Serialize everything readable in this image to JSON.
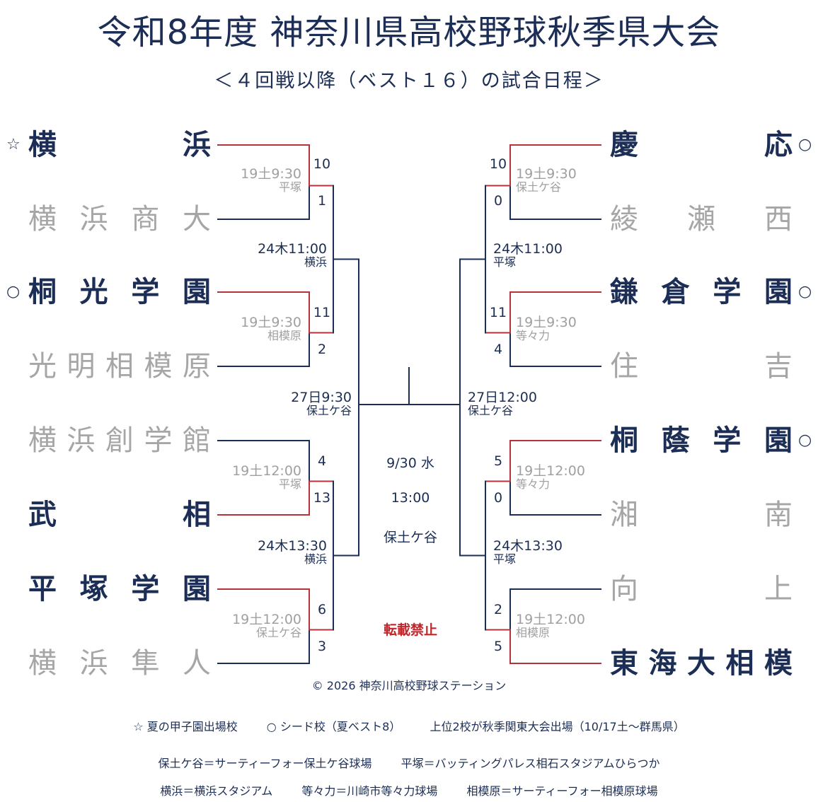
{
  "title": "令和8年度 神奈川県高校野球秋季県大会",
  "subtitle": "＜４回戦以降（ベスト１６）の試合日程＞",
  "colors": {
    "navy": "#1c2e55",
    "red": "#b8323a",
    "grey": "#a6a6a6"
  },
  "left_teams": [
    {
      "mark": "☆",
      "name": [
        "横",
        "浜"
      ],
      "status": "win"
    },
    {
      "mark": "",
      "name": [
        "横",
        "浜",
        "商",
        "大"
      ],
      "status": "lose"
    },
    {
      "mark": "○",
      "name": [
        "桐",
        "光",
        "学",
        "園"
      ],
      "status": "win"
    },
    {
      "mark": "",
      "name": [
        "光",
        "明",
        "相",
        "模",
        "原"
      ],
      "status": "lose"
    },
    {
      "mark": "",
      "name": [
        "横",
        "浜",
        "創",
        "学",
        "館"
      ],
      "status": "lose"
    },
    {
      "mark": "",
      "name": [
        "武",
        "相"
      ],
      "status": "win"
    },
    {
      "mark": "",
      "name": [
        "平",
        "塚",
        "学",
        "園"
      ],
      "status": "win"
    },
    {
      "mark": "",
      "name": [
        "横",
        "浜",
        "隼",
        "人"
      ],
      "status": "lose"
    }
  ],
  "right_teams": [
    {
      "mark": "○",
      "name": [
        "慶",
        "応"
      ],
      "status": "win"
    },
    {
      "mark": "",
      "name": [
        "綾",
        "瀬",
        "西"
      ],
      "status": "lose"
    },
    {
      "mark": "○",
      "name": [
        "鎌",
        "倉",
        "学",
        "園"
      ],
      "status": "win"
    },
    {
      "mark": "",
      "name": [
        "住",
        "吉"
      ],
      "status": "lose"
    },
    {
      "mark": "○",
      "name": [
        "桐",
        "蔭",
        "学",
        "園"
      ],
      "status": "win"
    },
    {
      "mark": "",
      "name": [
        "湘",
        "南"
      ],
      "status": "lose"
    },
    {
      "mark": "",
      "name": [
        "向",
        "上"
      ],
      "status": "lose"
    },
    {
      "mark": "",
      "name": [
        "東",
        "海",
        "大",
        "相",
        "模"
      ],
      "status": "win"
    }
  ],
  "left_scores": [
    "10",
    "1",
    "11",
    "2",
    "4",
    "13",
    "6",
    "3"
  ],
  "right_scores": [
    "10",
    "0",
    "11",
    "4",
    "5",
    "0",
    "2",
    "5"
  ],
  "left_r1_schedule": [
    {
      "time": "19土9:30",
      "venue": "平塚"
    },
    {
      "time": "19土9:30",
      "venue": "相模原"
    },
    {
      "time": "19土12:00",
      "venue": "平塚"
    },
    {
      "time": "19土12:00",
      "venue": "保土ケ谷"
    }
  ],
  "right_r1_schedule": [
    {
      "time": "19土9:30",
      "venue": "保土ケ谷"
    },
    {
      "time": "19土9:30",
      "venue": "等々力"
    },
    {
      "time": "19土12:00",
      "venue": "等々力"
    },
    {
      "time": "19土12:00",
      "venue": "相模原"
    }
  ],
  "left_r2_schedule": [
    {
      "time": "24木11:00",
      "venue": "横浜"
    },
    {
      "time": "24木13:30",
      "venue": "横浜"
    }
  ],
  "right_r2_schedule": [
    {
      "time": "24木11:00",
      "venue": "平塚"
    },
    {
      "time": "24木13:30",
      "venue": "平塚"
    }
  ],
  "semi_schedule": {
    "left": {
      "time": "27日9:30",
      "venue": "保土ケ谷"
    },
    "right": {
      "time": "27日12:00",
      "venue": "保土ケ谷"
    }
  },
  "final": {
    "date": "9/30 水",
    "time": "13:00",
    "venue": "保土ケ谷"
  },
  "no_reprint": "転載禁止",
  "copyright": "© 2026 神奈川高校野球ステーション",
  "legend": {
    "line1": [
      "☆ 夏の甲子園出場校",
      "○ シード校（夏ベスト8）",
      "上位2校が秋季関東大会出場（10/17土～群馬県）"
    ],
    "line2": [
      "保土ケ谷＝サーティーフォー保土ケ谷球場",
      "平塚＝バッティングパレス相石スタジアムひらつか"
    ],
    "line3": [
      "横浜＝横浜スタジアム",
      "等々力＝川崎市等々力球場",
      "相模原＝サーティーフォー相模原球場"
    ]
  }
}
